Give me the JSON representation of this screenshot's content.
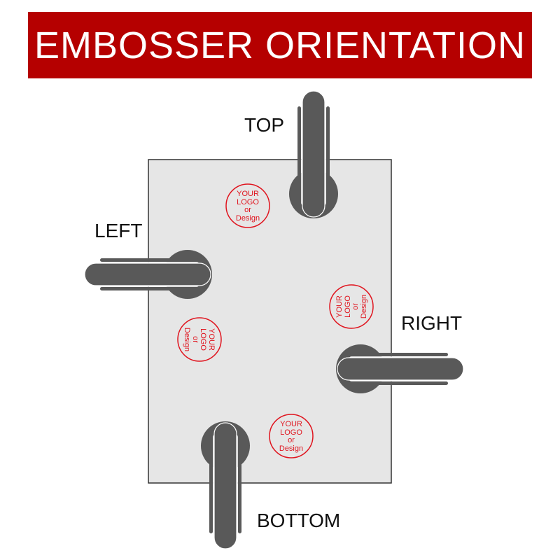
{
  "title": "EMBOSSER ORIENTATION",
  "labels": {
    "top": "TOP",
    "left": "LEFT",
    "right": "RIGHT",
    "bottom": "BOTTOM"
  },
  "logo": {
    "line1": "YOUR",
    "line2": "LOGO",
    "line3": "or",
    "line4": "Design"
  },
  "colors": {
    "banner": "#b50000",
    "embosser": "#595959",
    "logo": "#e0141e",
    "paper": "#e6e6e6"
  }
}
